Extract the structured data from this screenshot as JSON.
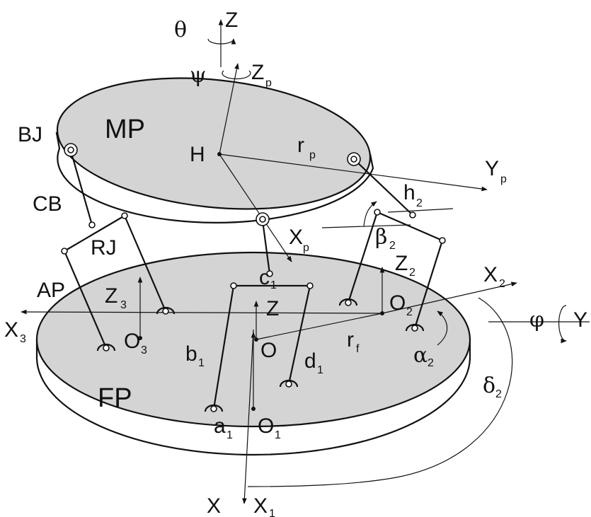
{
  "labels": {
    "theta": "θ",
    "z_top": "Z",
    "psi": "ψ",
    "zp": "Z",
    "zp_sub": "p",
    "mp": "MP",
    "bj": "BJ",
    "h_point": "H",
    "rp": "r",
    "rp_sub": "p",
    "yp": "Y",
    "yp_sub": "p",
    "cb": "CB",
    "h2": "h",
    "h2_sub": "2",
    "rj": "RJ",
    "xp": "X",
    "xp_sub": "p",
    "beta2": "β",
    "beta2_sub": "2",
    "ap": "AP",
    "c1": "c",
    "c1_sub": "1",
    "z2": "Z",
    "z2_sub": "2",
    "x2": "X",
    "x2_sub": "2",
    "z3": "Z",
    "z3_sub": "3",
    "z_center": "Z",
    "o2": "O",
    "o2_sub": "2",
    "phi": "φ",
    "y_right": "Y",
    "x3": "X",
    "x3_sub": "3",
    "o3": "O",
    "o3_sub": "3",
    "b1": "b",
    "b1_sub": "1",
    "o_center": "O",
    "rf": "r",
    "rf_sub": "f",
    "alpha2": "α",
    "alpha2_sub": "2",
    "d1": "d",
    "d1_sub": "1",
    "delta2": "δ",
    "delta2_sub": "2",
    "fp": "FP",
    "a1": "a",
    "a1_sub": "1",
    "o1": "O",
    "o1_sub": "1",
    "x_bottom": "X",
    "x1": "X",
    "x1_sub": "1"
  }
}
